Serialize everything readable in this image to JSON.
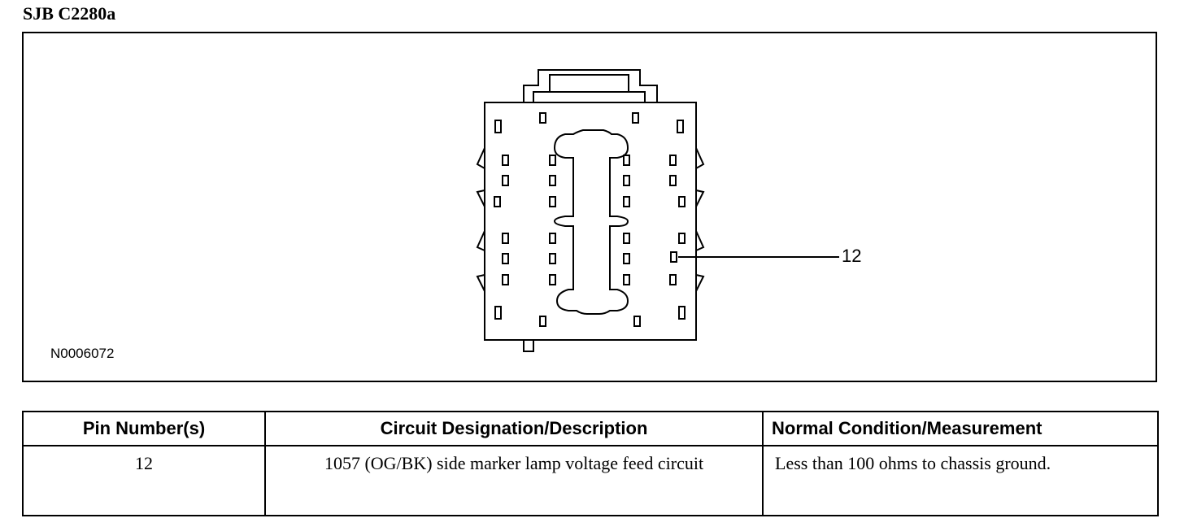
{
  "title": "SJB C2280a",
  "figure": {
    "code": "N0006072",
    "callout_pin": "12"
  },
  "table": {
    "headers": {
      "pin": "Pin Number(s)",
      "circuit": "Circuit Designation/Description",
      "condition": "Normal Condition/Measurement"
    },
    "rows": [
      {
        "pin": "12",
        "circuit": "1057 (OG/BK) side marker lamp voltage feed circuit",
        "condition": "Less than 100 ohms to chassis ground."
      }
    ]
  }
}
